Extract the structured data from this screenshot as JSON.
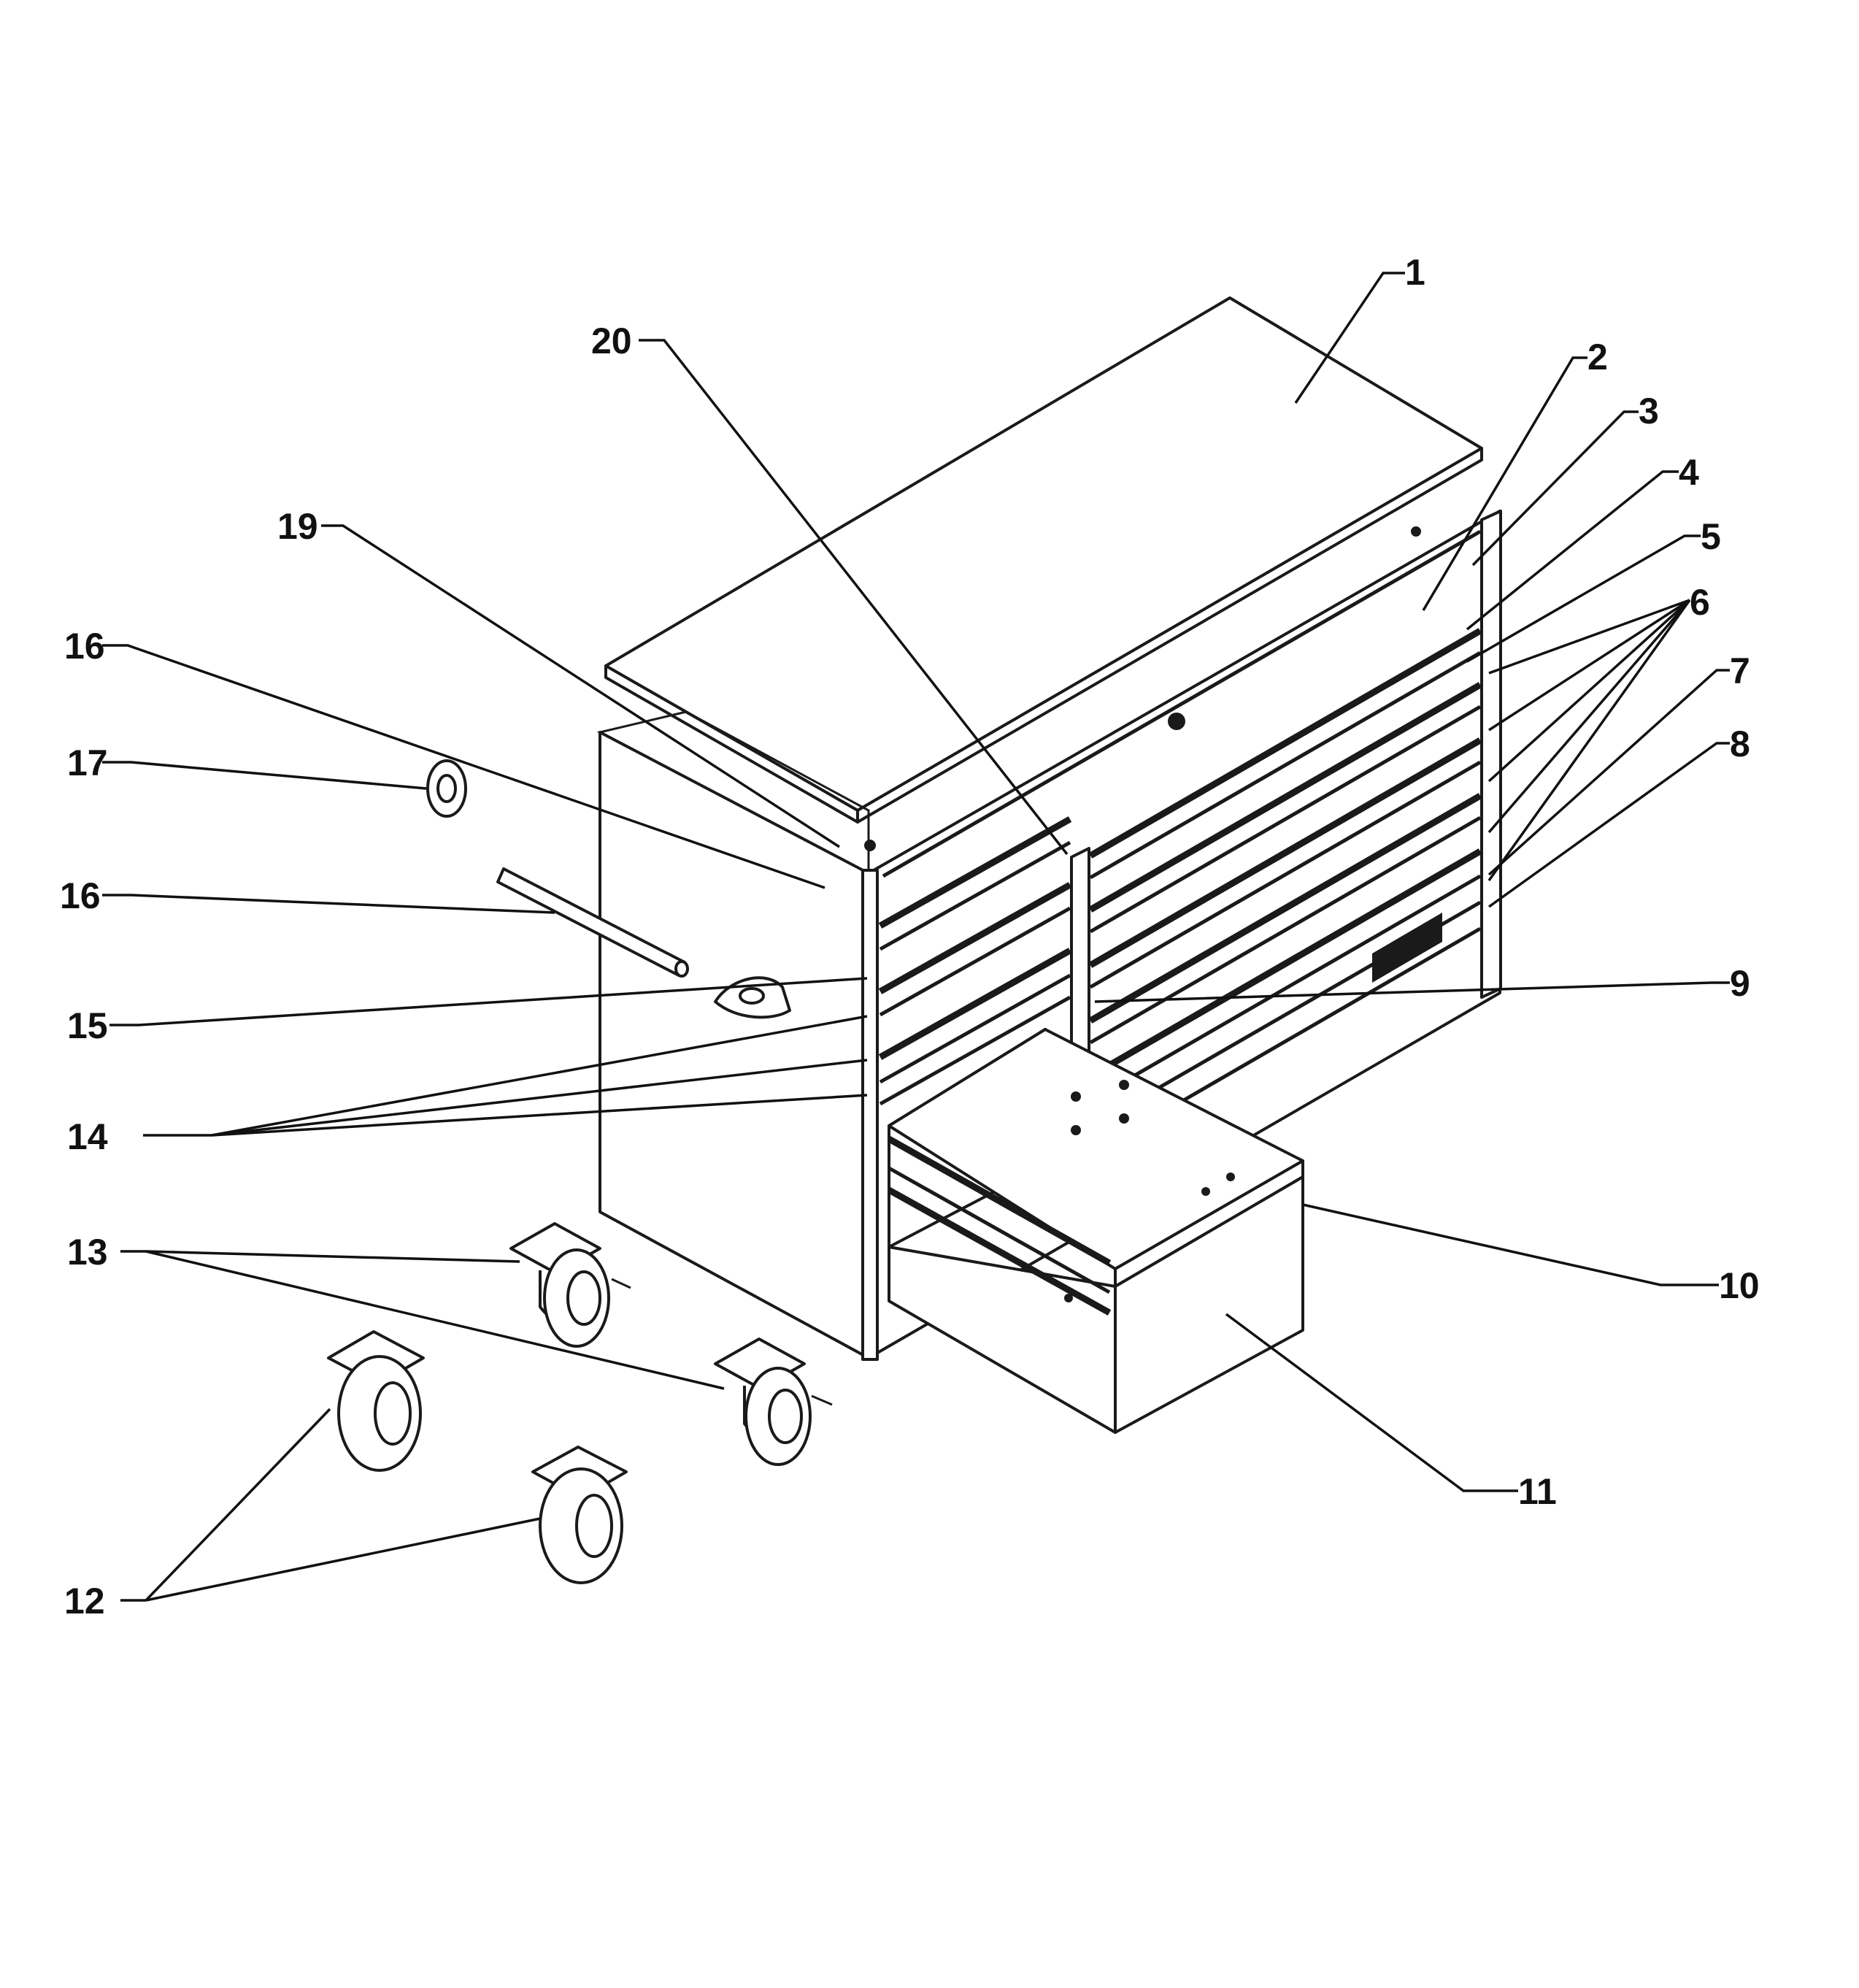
{
  "diagram": {
    "type": "exploded-parts-view",
    "colors": {
      "line": "#1a1a1a",
      "background": "#ffffff"
    },
    "parts": {
      "top_mat": "1",
      "part_2": "2",
      "part_3": "3",
      "part_4": "4",
      "part_5": "5",
      "part_6": "6",
      "part_7": "7",
      "part_8": "8",
      "part_9": "9",
      "drawer_slide": "10",
      "drawer": "11",
      "rigid_caster": "12",
      "swivel_caster": "13",
      "part_14": "14",
      "handle_bracket": "15",
      "handle_tube_upper": "16",
      "handle_tube_lower": "16",
      "handle_end_cap": "17",
      "side_panel": "19",
      "part_20": "20"
    }
  }
}
